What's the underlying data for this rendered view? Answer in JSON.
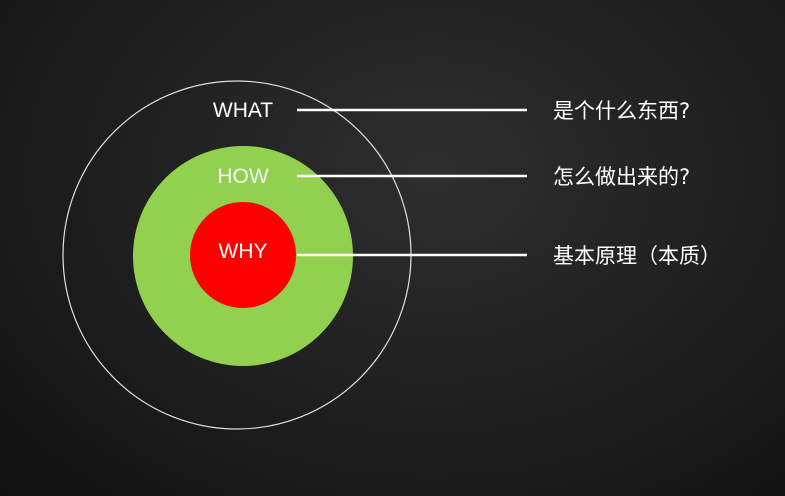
{
  "rings": {
    "what": {
      "label": "WHAT",
      "description": "是个什么东西?"
    },
    "how": {
      "label": "HOW",
      "description": "怎么做出来的?",
      "color": "#92d050"
    },
    "why": {
      "label": "WHY",
      "description": "基本原理（本质）",
      "color": "#ff0000"
    }
  }
}
